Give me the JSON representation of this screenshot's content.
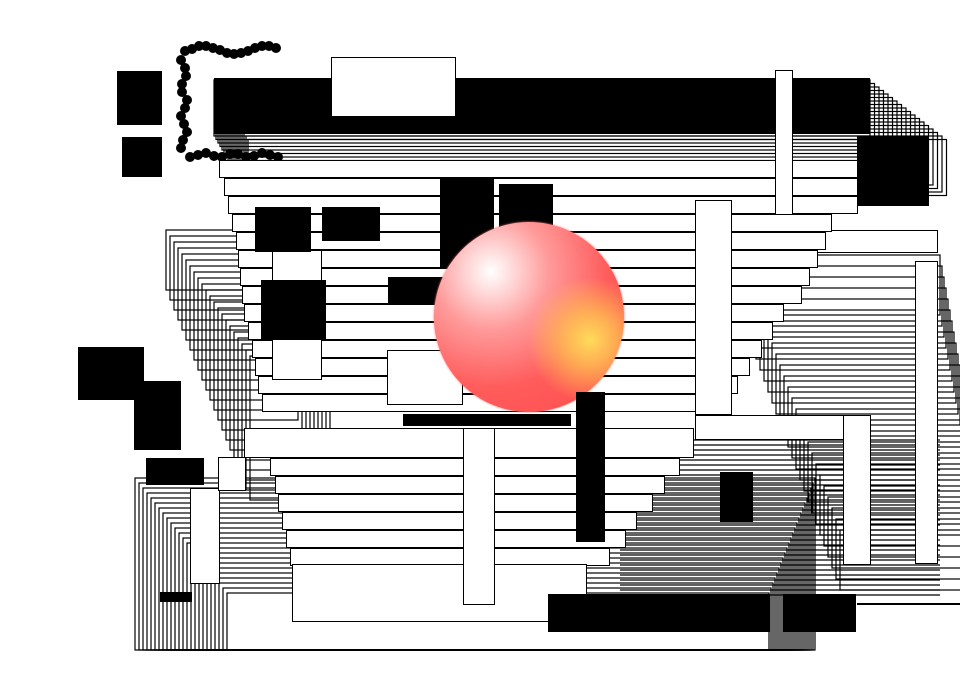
{
  "canvas": {
    "background": "#ffffff",
    "ink": "#000000",
    "accent_colors": [
      "#ff4a4a",
      "#ffd54a"
    ]
  },
  "shapes": {
    "stripes": "black-horizontal-lines",
    "center_object": "red-sphere",
    "border_element": "black-dot-bracket"
  }
}
